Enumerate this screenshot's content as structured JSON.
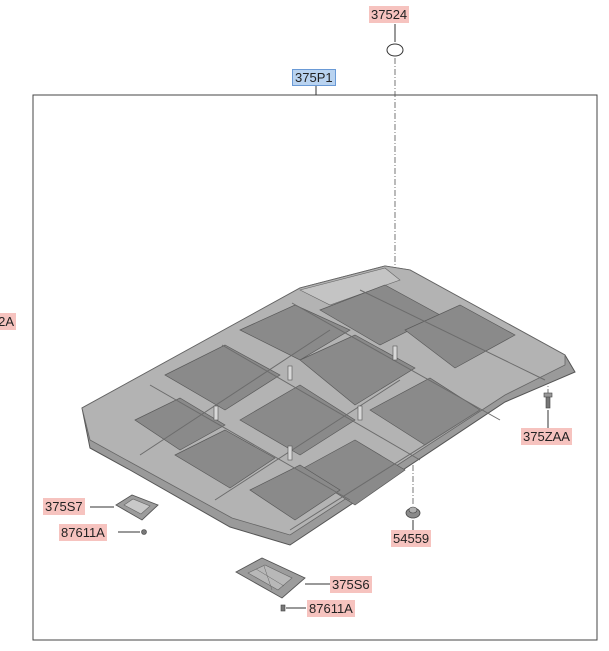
{
  "callouts": {
    "c37524": "37524",
    "c375P1": "375P1",
    "cleft": "2A",
    "c375ZAA": "375ZAA",
    "c375S7": "375S7",
    "c87611A_1": "87611A",
    "c54559": "54559",
    "c375S6": "375S6",
    "c87611A_2": "87611A"
  },
  "colors": {
    "callout_highlight": "#f6c3bf",
    "selected_highlight": "#b9d3f0",
    "part_fill": "#8f8f8f",
    "frame": "#444444"
  },
  "selected_callout": "375P1"
}
